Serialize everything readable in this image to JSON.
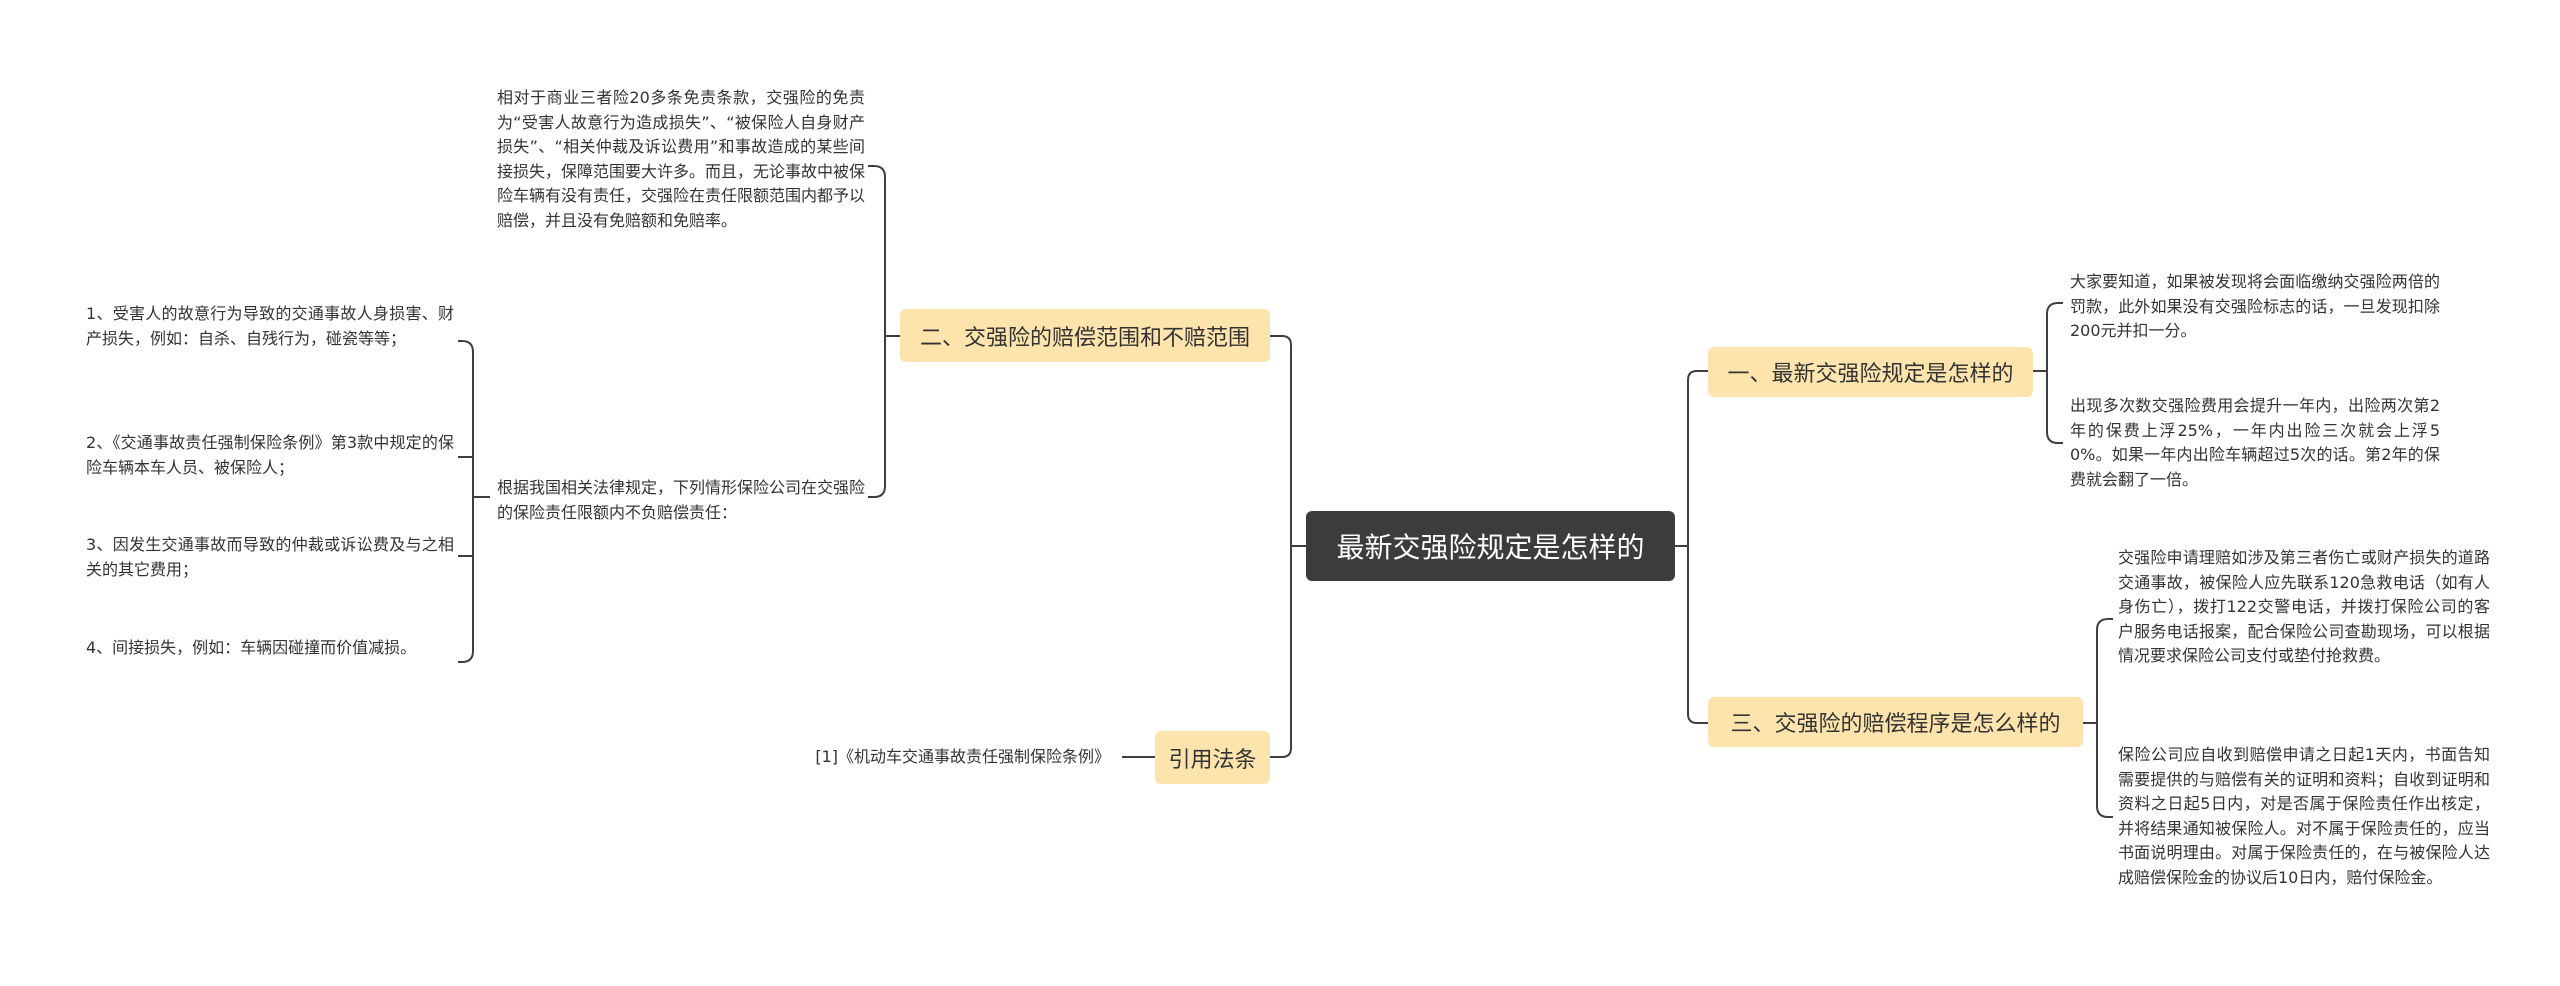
{
  "root": {
    "title": "最新交强险规定是怎样的"
  },
  "branches": {
    "b1": "一、最新交强险规定是怎样的",
    "b2": "二、交强险的赔偿范围和不赔范围",
    "b3": "三、交强险的赔偿程序是怎么样的",
    "b4": "引用法条"
  },
  "b1_leaves": [
    "大家要知道，如果被发现将会面临缴纳交强险两倍的罚款，此外如果没有交强险标志的话，一旦发现扣除200元并扣一分。",
    "出现多次数交强险费用会提升一年内，出险两次第2年的保费上浮25%，一年内出险三次就会上浮50%。如果一年内出险车辆超过5次的话。第2年的保费就会翻了一倍。"
  ],
  "b3_leaves": [
    "交强险申请理赔如涉及第三者伤亡或财产损失的道路交通事故，被保险人应先联系120急救电话（如有人身伤亡），拨打122交警电话，并拨打保险公司的客户服务电话报案，配合保险公司查勘现场，可以根据情况要求保险公司支付或垫付抢救费。",
    "保险公司应自收到赔偿申请之日起1天内，书面告知需要提供的与赔偿有关的证明和资料；自收到证明和资料之日起5日内，对是否属于保险责任作出核定，并将结果通知被保险人。对不属于保险责任的，应当书面说明理由。对属于保险责任的，在与被保险人达成赔偿保险金的协议后10日内，赔付保险金。"
  ],
  "b2_leaves": [
    "相对于商业三者险20多条免责条款，交强险的免责为“受害人故意行为造成损失”、“被保险人自身财产损失”、“相关仲裁及诉讼费用”和事故造成的某些间接损失，保障范围要大许多。而且，无论事故中被保险车辆有没有责任，交强险在责任限额范围内都予以赔偿，并且没有免赔额和免赔率。",
    "根据我国相关法律规定，下列情形保险公司在交强险的保险责任限额内不负赔偿责任："
  ],
  "b2_sub_items": [
    "1、受害人的故意行为导致的交通事故人身损害、财产损失，例如：自杀、自残行为，碰瓷等等；",
    "2、《交通事故责任强制保险条例》第3款中规定的保险车辆本车人员、被保险人；",
    "3、因发生交通事故而导致的仲裁或诉讼费及与之相关的其它费用；",
    "4、间接损失，例如：车辆因碰撞而价值减损。"
  ],
  "b4_leaves": [
    "[1]《机动车交通事故责任强制保险条例》"
  ],
  "colors": {
    "root_bg": "#3c3c3c",
    "branch_bg": "#fde4ad",
    "line": "#3f3f3f"
  }
}
